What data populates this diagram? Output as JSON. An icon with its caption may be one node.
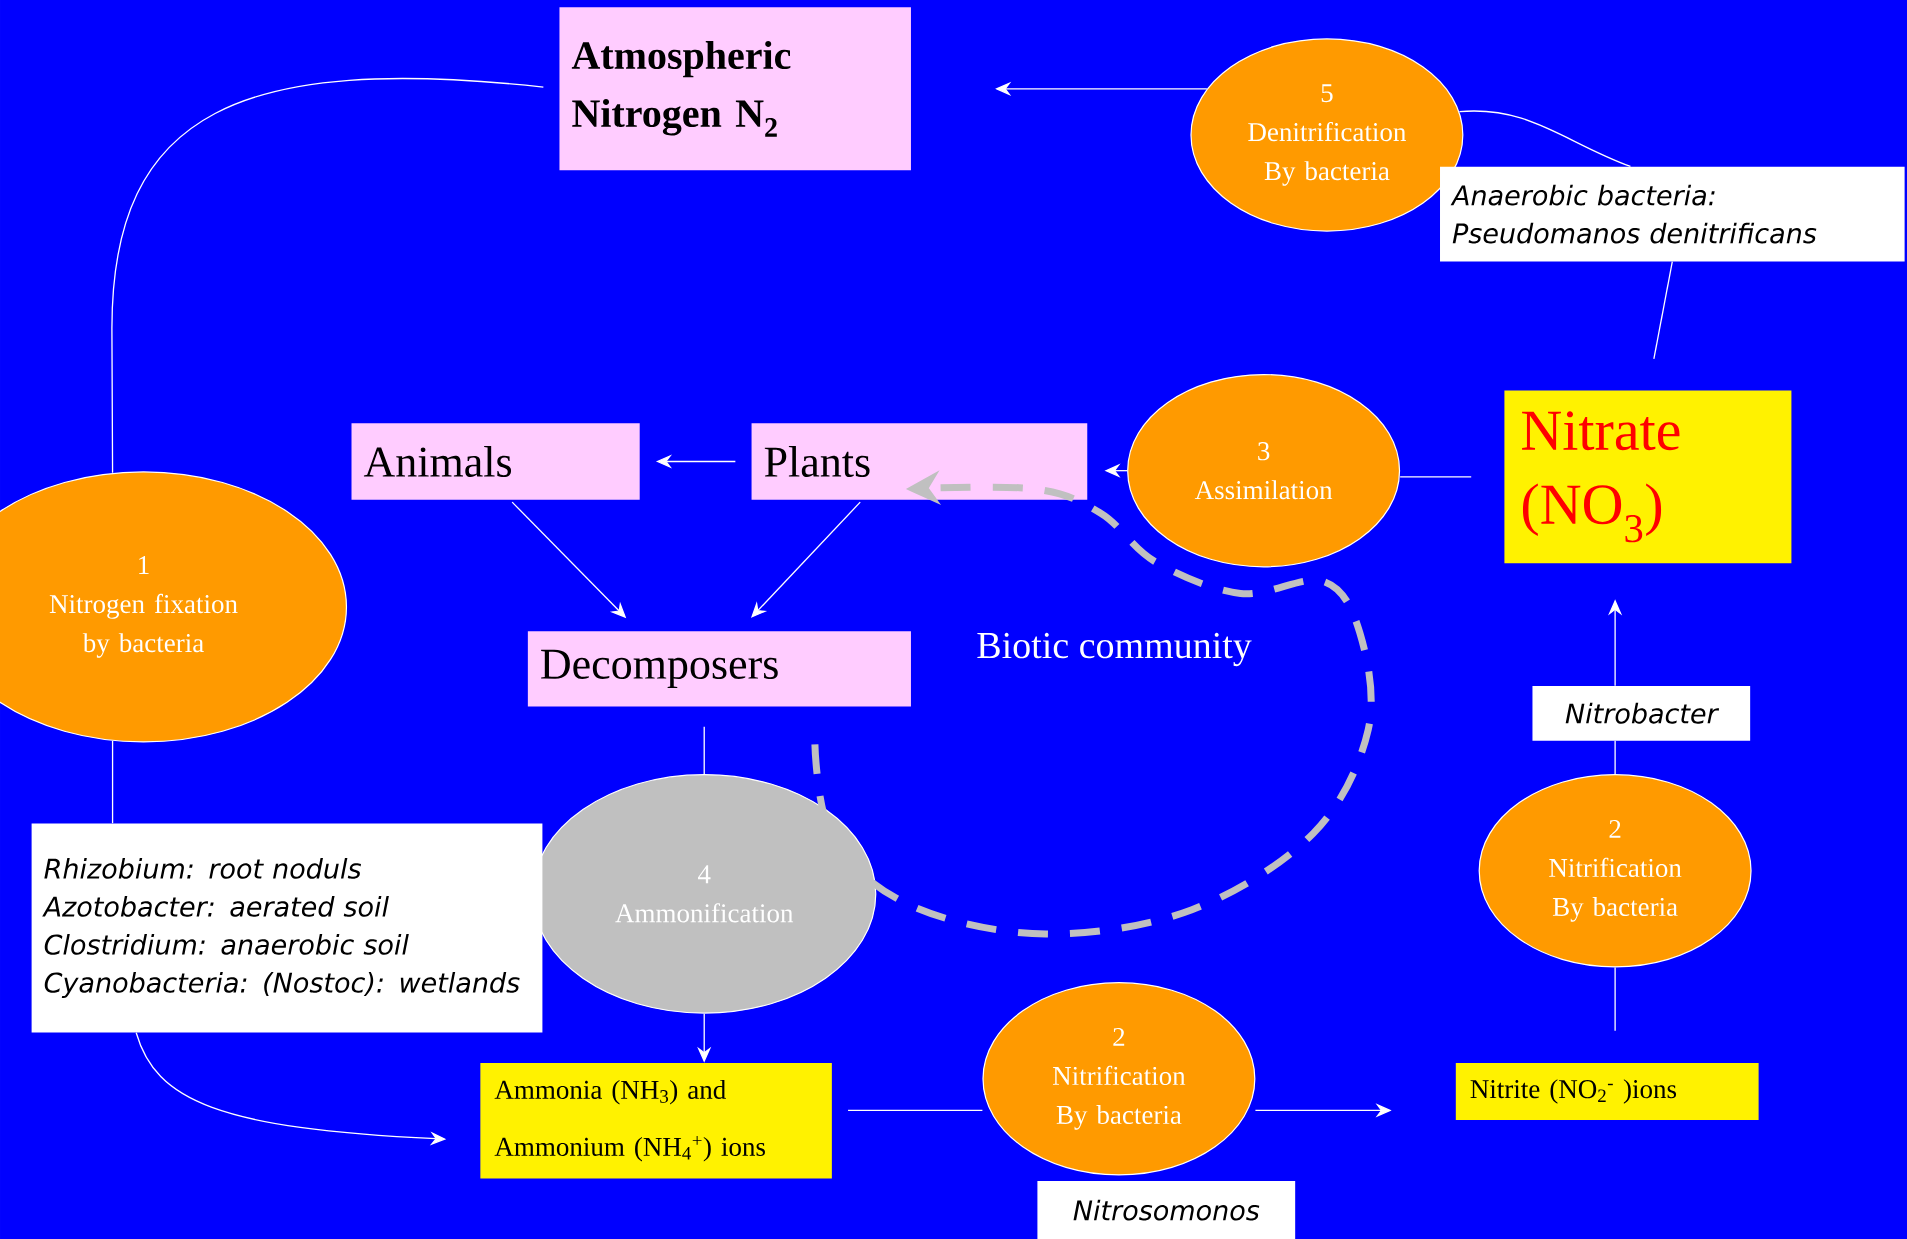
{
  "diagram": {
    "nodes": [
      {
        "text": [
          "Atmospheric Nitrogen N$_{2}$"
        ]
      },
      {
        "text": [
          "5",
          "Denitrification By bacteria"
        ]
      },
      {
        "text": [
          "Anaerobic bacteria: Pseudomanos denitrificans"
        ]
      },
      {
        "text": [
          "Animals"
        ]
      },
      {
        "text": [
          "Plants"
        ]
      },
      {
        "text": [
          "3",
          "Assimilation"
        ]
      },
      {
        "text": [
          "Nitrate (NO$_{3}$)"
        ]
      },
      {
        "text": [
          "1",
          "Nitrogen fixation by bacteria"
        ]
      },
      {
        "text": [
          "Decomposers"
        ]
      },
      {
        "text": [
          "Nitrobacter"
        ]
      },
      {
        "text": [
          "4",
          "Ammonification"
        ]
      },
      {
        "text": [
          "Rhizobium: root noduls",
          "Azotobacter: aerated soil",
          "Clostridium: anaerobic soil",
          "Cyanobacteria: (Nostoc): wetlands"
        ]
      },
      {
        "text": [
          "2",
          "Nitrification By bacteria"
        ]
      },
      {
        "text": [
          "2",
          "Nitrification By bacteria"
        ]
      },
      {
        "text": [
          "Ammonia (NH$_{3}$) and Ammonium (NH$_{4}$$^{+}$) ions"
        ]
      },
      {
        "text": [
          "Nitrite (NO$_{2}$$^{-}$ )ions"
        ]
      },
      {
        "text": [
          "Nitrosomonos"
        ]
      }
    ],
    "edges": [
      {
        "from": 4,
        "to": 3,
        "arrow": "to"
      },
      {
        "from": 5,
        "to": 4,
        "arrow": "to"
      },
      {
        "from": 6,
        "to": 5,
        "arrow": "none"
      },
      {
        "from": 3,
        "to": 8,
        "arrow": "to"
      },
      {
        "from": 4,
        "to": 8,
        "arrow": "to"
      },
      {
        "from": 8,
        "to": 10,
        "arrow": "none"
      },
      {
        "from": 10,
        "to": 14,
        "arrow": "to"
      },
      {
        "from": 14,
        "to": 13,
        "arrow": "none"
      },
      {
        "from": 13,
        "to": 15,
        "arrow": "to"
      },
      {
        "from": 15,
        "to": 12,
        "arrow": "none"
      },
      {
        "from": 12,
        "to": 9,
        "arrow": "none"
      },
      {
        "from": 9,
        "to": 6,
        "arrow": "to"
      },
      {
        "from": 6,
        "to": 2,
        "arrow": "none"
      },
      {
        "from": 2,
        "to": 1,
        "arrow": "none"
      },
      {
        "from": 1,
        "to": 0,
        "arrow": "to"
      },
      {
        "from": 0,
        "to": 7,
        "arrow": "none"
      },
      {
        "from": 7,
        "to": 11,
        "arrow": "none"
      },
      {
        "from": 11,
        "to": 14,
        "arrow": "to"
      },
      {
        "from": null,
        "to": 4,
        "arrow": "to",
        "style": "dashed",
        "color": "#c0c0c0"
      }
    ],
    "labels": [
      "Biotic community"
    ]
  }
}
